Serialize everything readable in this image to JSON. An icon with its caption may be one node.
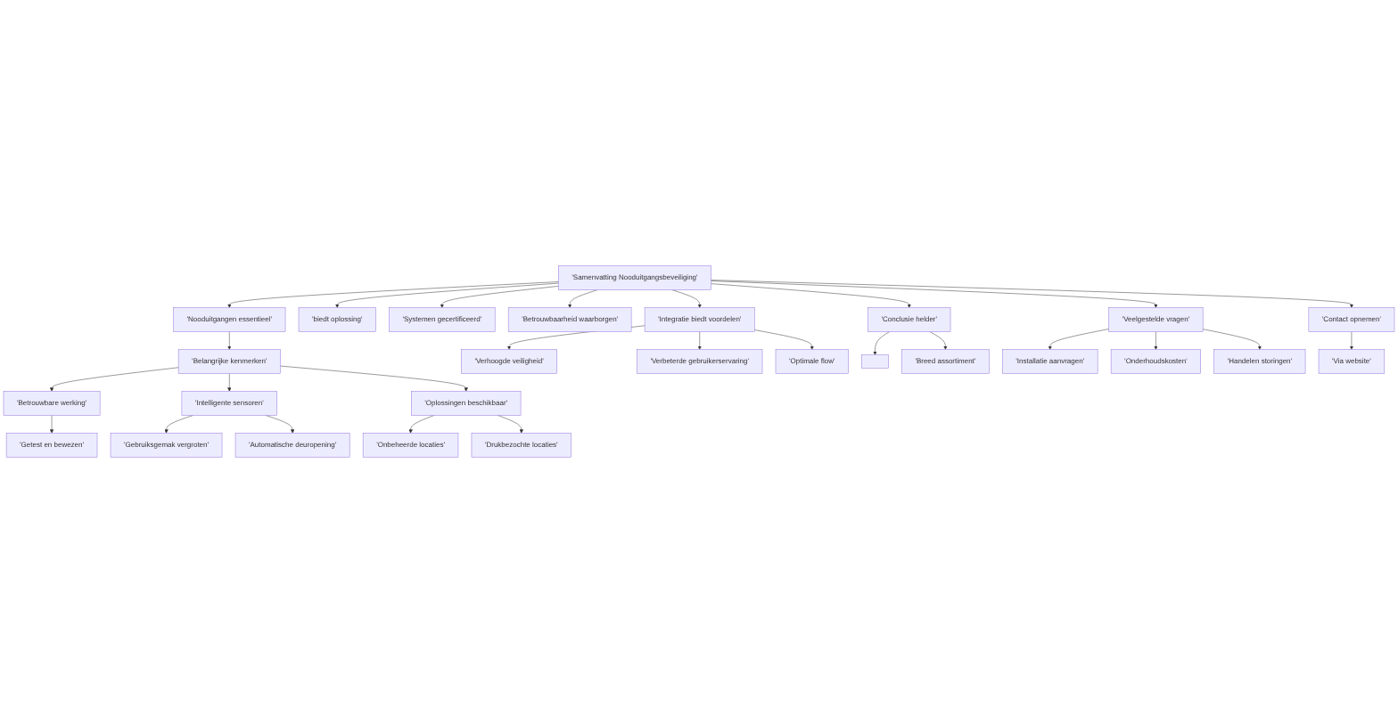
{
  "diagram": {
    "nodes": [
      {
        "text": [
          "'Samenvatting Nooduitgangsbeveiliging'"
        ]
      },
      {
        "text": [
          "'Nooduitgangen essentieel'"
        ]
      },
      {
        "text": [
          "'Belangrijke kenmerken'"
        ]
      },
      {
        "text": [
          "'Betrouwbare werking'"
        ]
      },
      {
        "text": [
          "'Getest en bewezen'"
        ]
      },
      {
        "text": [
          "'Intelligente sensoren'"
        ]
      },
      {
        "text": [
          "'Gebruiksgemak vergroten'"
        ]
      },
      {
        "text": [
          "'Automatische deuropening'"
        ]
      },
      {
        "text": [
          "'Oplossingen beschikbaar'"
        ]
      },
      {
        "text": [
          "'Onbeheerde locaties'"
        ]
      },
      {
        "text": [
          "'Drukbezochte locaties'"
        ]
      },
      {
        "text": [
          "'biedt oplossing'"
        ]
      },
      {
        "text": [
          "'Systemen gecertificeerd'"
        ]
      },
      {
        "text": [
          "'Betrouwbaarheid waarborgen'"
        ]
      },
      {
        "text": [
          "'Integratie biedt voordelen'"
        ]
      },
      {
        "text": [
          "'Verhoogde veiligheid'"
        ]
      },
      {
        "text": [
          "'Verbeterde gebruikerservaring'"
        ]
      },
      {
        "text": [
          "'Optimale flow'"
        ]
      },
      {
        "text": [
          "'Conclusie helder'"
        ]
      },
      {
        "text": [],
        "shape": "box"
      },
      {
        "text": [
          "'Breed assortiment'"
        ]
      },
      {
        "text": [
          "'Veelgestelde vragen'"
        ]
      },
      {
        "text": [
          "'Installatie aanvragen'"
        ]
      },
      {
        "text": [
          "'Onderhoudskosten'"
        ]
      },
      {
        "text": [
          "'Handelen storingen'"
        ]
      },
      {
        "text": [
          "'Contact opnemen'"
        ]
      },
      {
        "text": [
          "'Via website'"
        ]
      }
    ],
    "edges": [
      {
        "from": 0,
        "to": 1,
        "arrow": "to"
      },
      {
        "from": 1,
        "to": 2,
        "arrow": "to"
      },
      {
        "from": 2,
        "to": 3,
        "arrow": "to"
      },
      {
        "from": 3,
        "to": 4,
        "arrow": "to"
      },
      {
        "from": 2,
        "to": 5,
        "arrow": "to"
      },
      {
        "from": 5,
        "to": 6,
        "arrow": "to"
      },
      {
        "from": 5,
        "to": 7,
        "arrow": "to"
      },
      {
        "from": 2,
        "to": 8,
        "arrow": "to"
      },
      {
        "from": 8,
        "to": 9,
        "arrow": "to"
      },
      {
        "from": 8,
        "to": 10,
        "arrow": "to"
      },
      {
        "from": 0,
        "to": 11,
        "arrow": "to"
      },
      {
        "from": 0,
        "to": 12,
        "arrow": "to"
      },
      {
        "from": 0,
        "to": 13,
        "arrow": "to"
      },
      {
        "from": 0,
        "to": 14,
        "arrow": "to"
      },
      {
        "from": 14,
        "to": 15,
        "arrow": "to"
      },
      {
        "from": 14,
        "to": 16,
        "arrow": "to"
      },
      {
        "from": 14,
        "to": 17,
        "arrow": "to"
      },
      {
        "from": 0,
        "to": 18,
        "arrow": "to"
      },
      {
        "from": 18,
        "to": 19,
        "arrow": "to"
      },
      {
        "from": 18,
        "to": 20,
        "arrow": "to"
      },
      {
        "from": 0,
        "to": 21,
        "arrow": "to"
      },
      {
        "from": 21,
        "to": 22,
        "arrow": "to"
      },
      {
        "from": 21,
        "to": 23,
        "arrow": "to"
      },
      {
        "from": 21,
        "to": 24,
        "arrow": "to"
      },
      {
        "from": 0,
        "to": 25,
        "arrow": "to"
      },
      {
        "from": 25,
        "to": 26,
        "arrow": "to"
      }
    ]
  }
}
